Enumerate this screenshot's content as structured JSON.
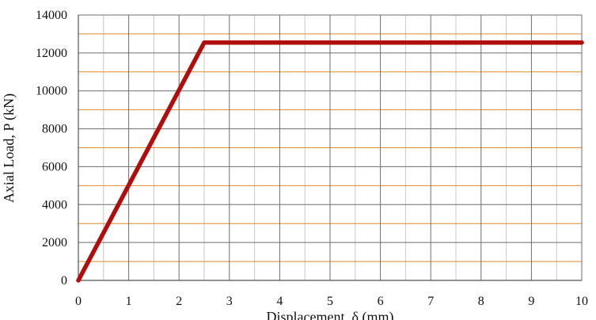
{
  "chart_data": {
    "type": "line",
    "title": "",
    "xlabel": "Displacement, δ (mm)",
    "ylabel": "Axial Load, P (kN)",
    "xlim": [
      0,
      10
    ],
    "ylim": [
      0,
      14000
    ],
    "x_ticks": [
      "0",
      "1",
      "2",
      "3",
      "4",
      "5",
      "6",
      "7",
      "8",
      "9",
      "10"
    ],
    "y_ticks": [
      "0",
      "2000",
      "4000",
      "6000",
      "8000",
      "10000",
      "12000",
      "14000"
    ],
    "grid": true,
    "series": [
      {
        "x": [
          0,
          2.5,
          10
        ],
        "y": [
          0,
          12550,
          12550
        ],
        "color": "#b00d0d"
      }
    ],
    "colors": {
      "major_grid": "#6e6e6e",
      "minor_grid_x": "#c8c8c8",
      "minor_grid_y": "#e08a28"
    }
  }
}
